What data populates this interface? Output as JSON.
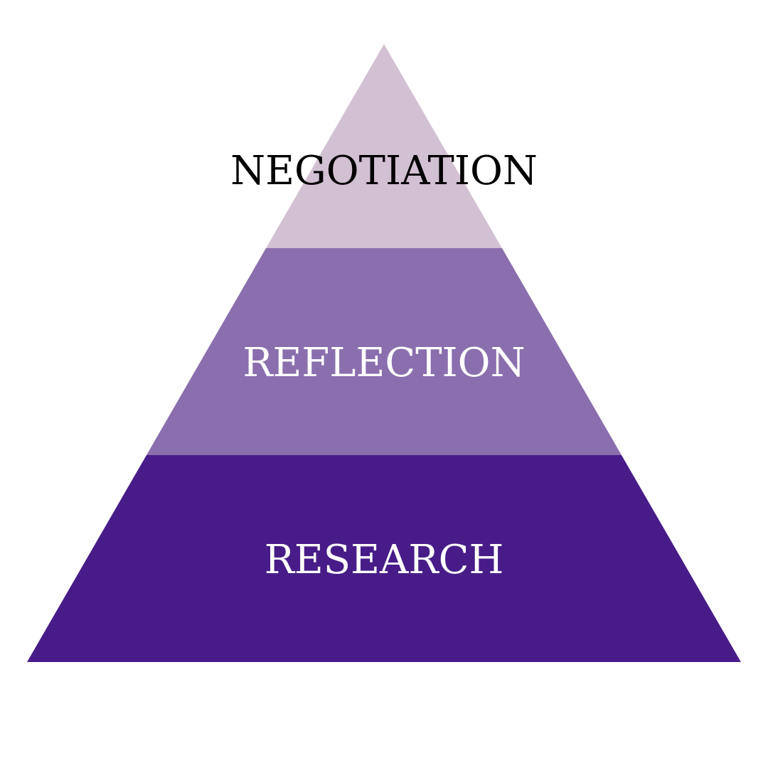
{
  "pyramid": {
    "tiers": [
      {
        "label": "NEGOTIATION",
        "fill": "#D2C1D2",
        "text_color": "#000000"
      },
      {
        "label": "REFLECTION",
        "fill": "#8A6EAD",
        "text_color": "#FFFFFF"
      },
      {
        "label": "RESEARCH",
        "fill": "#481C88",
        "text_color": "#FFFFFF"
      }
    ]
  }
}
